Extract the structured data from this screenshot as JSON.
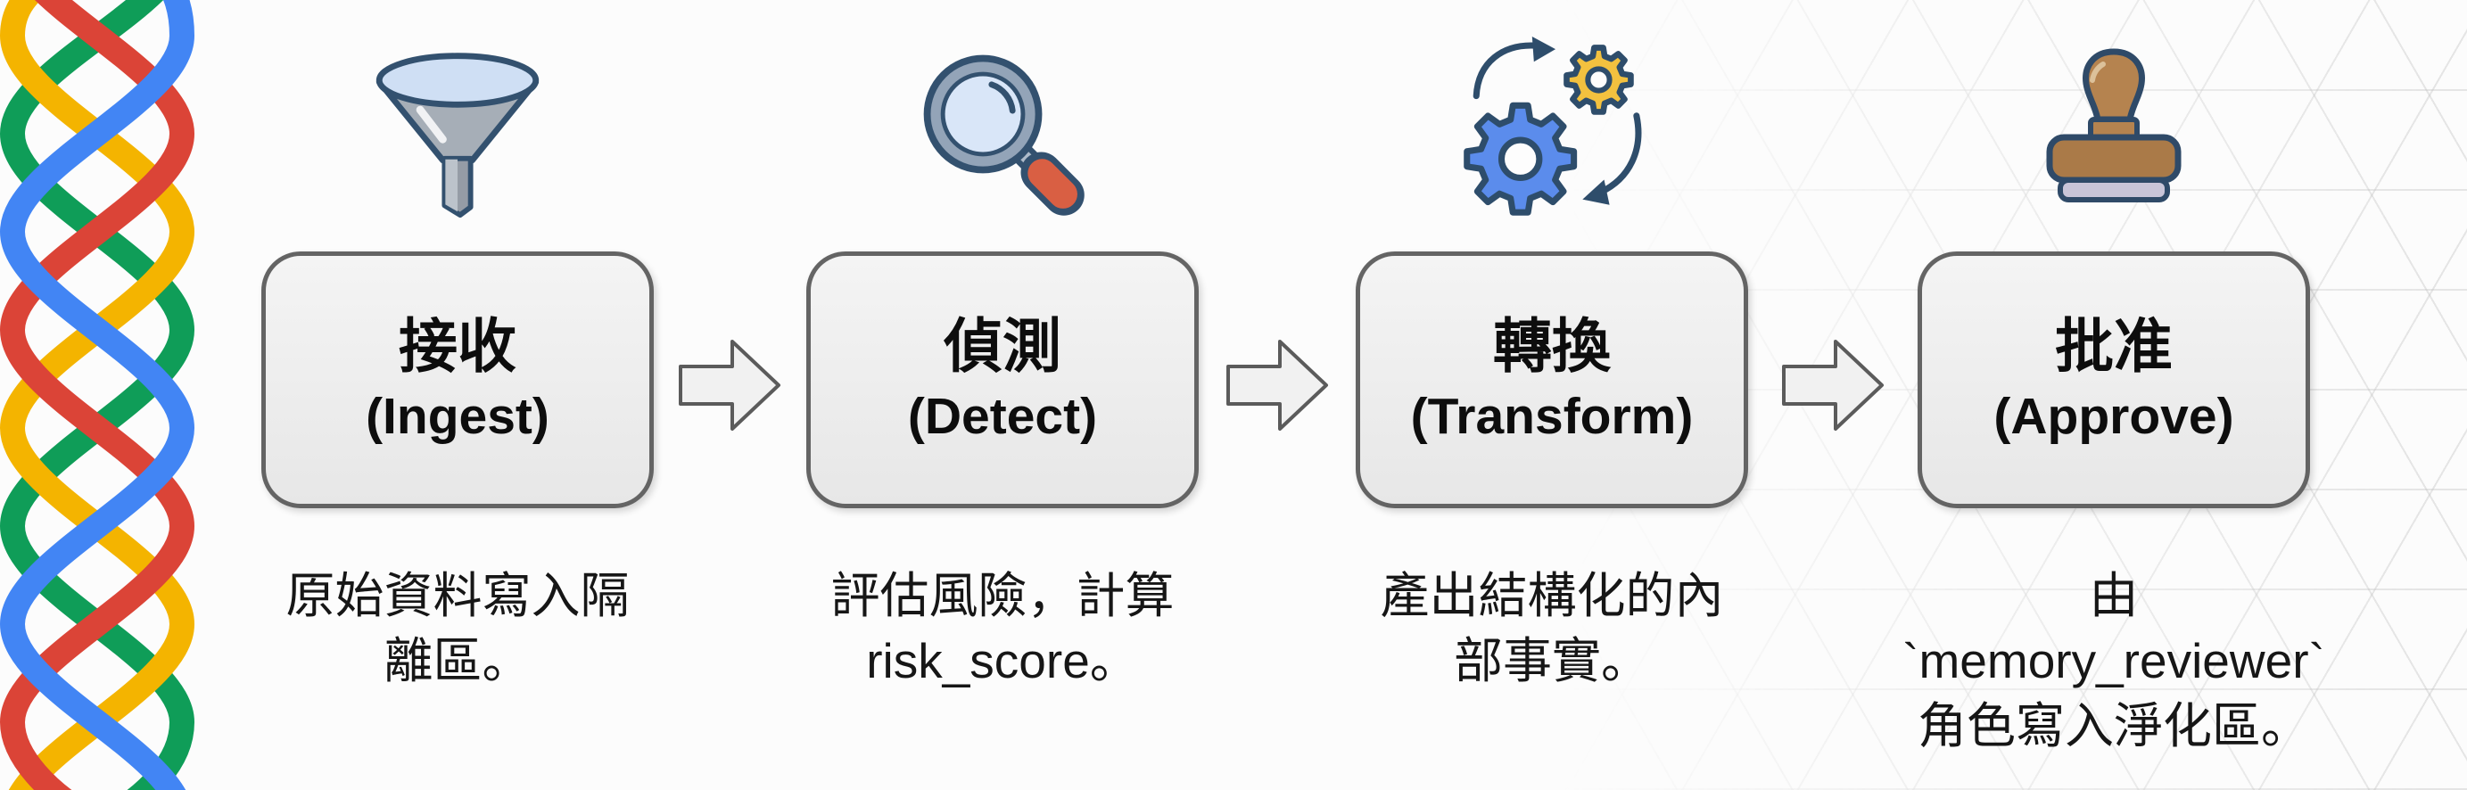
{
  "decoration": {
    "name": "braided-strands",
    "strand_colors": [
      "#DB4437",
      "#F4B400",
      "#0F9D58",
      "#4285F4"
    ]
  },
  "flow": {
    "steps": [
      {
        "icon": "funnel",
        "title_zh": "接收",
        "title_en": "(Ingest)",
        "description": "原始資料寫入隔\n離區。"
      },
      {
        "icon": "magnifying-glass",
        "title_zh": "偵測",
        "title_en": "(Detect)",
        "description": "評估風險，計算\nrisk_score。"
      },
      {
        "icon": "gears",
        "title_zh": "轉換",
        "title_en": "(Transform)",
        "description": "產出結構化的內\n部事實。"
      },
      {
        "icon": "rubber-stamp",
        "title_zh": "批准",
        "title_en": "(Approve)",
        "description": "由\n`memory_reviewer`\n角色寫入淨化區。"
      }
    ]
  },
  "colors": {
    "box_fill": "#efefef",
    "box_border": "#646464",
    "arrow_fill": "#f1f1f1",
    "arrow_border": "#5b5b5b",
    "text": "#111111",
    "icon_outline": "#2e4d6b",
    "gear_blue": "#5b8cec",
    "gear_yellow": "#f3c13f",
    "magnifier_handle": "#d95f43",
    "stamp_brown": "#b5834f"
  }
}
